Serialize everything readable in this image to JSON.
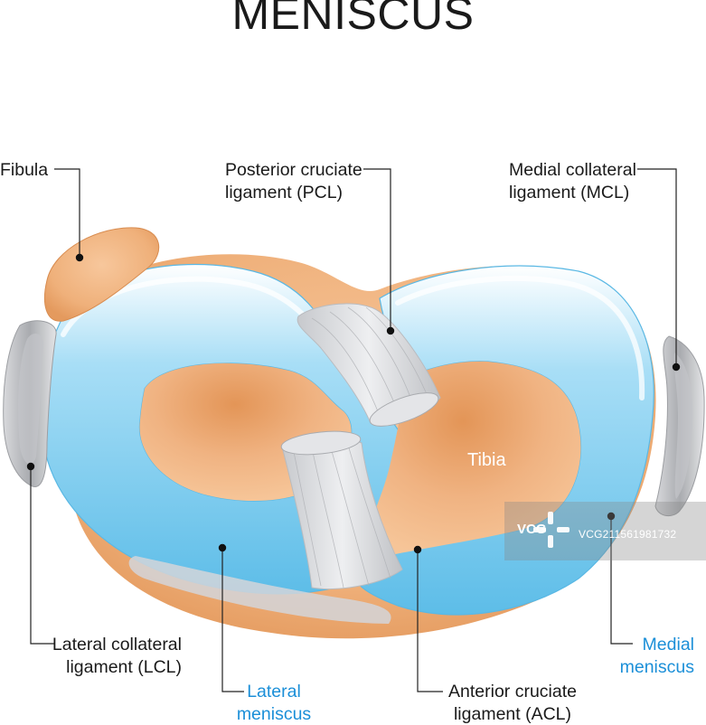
{
  "title": "MENISCUS",
  "labels": {
    "fibula": "Fibula",
    "pcl_1": "Posterior cruciate",
    "pcl_2": "ligament (PCL)",
    "mcl_1": "Medial collateral",
    "mcl_2": "ligament (MCL)",
    "tibia": "Tibia",
    "lcl_1": "Lateral collateral",
    "lcl_2": "ligament (LCL)",
    "lateral_1": "Lateral",
    "lateral_2": "meniscus",
    "acl_1": "Anterior cruciate",
    "acl_2": "ligament (ACL)",
    "medial_1": "Medial",
    "medial_2": "meniscus"
  },
  "watermark": {
    "logo": "VCG",
    "id": "VCG211561981732"
  },
  "colors": {
    "meniscus_blue": "#7fcdf0",
    "label_blue": "#1b8fd8",
    "bone": "#f1b27c",
    "ligament": "#d6d8dc"
  }
}
